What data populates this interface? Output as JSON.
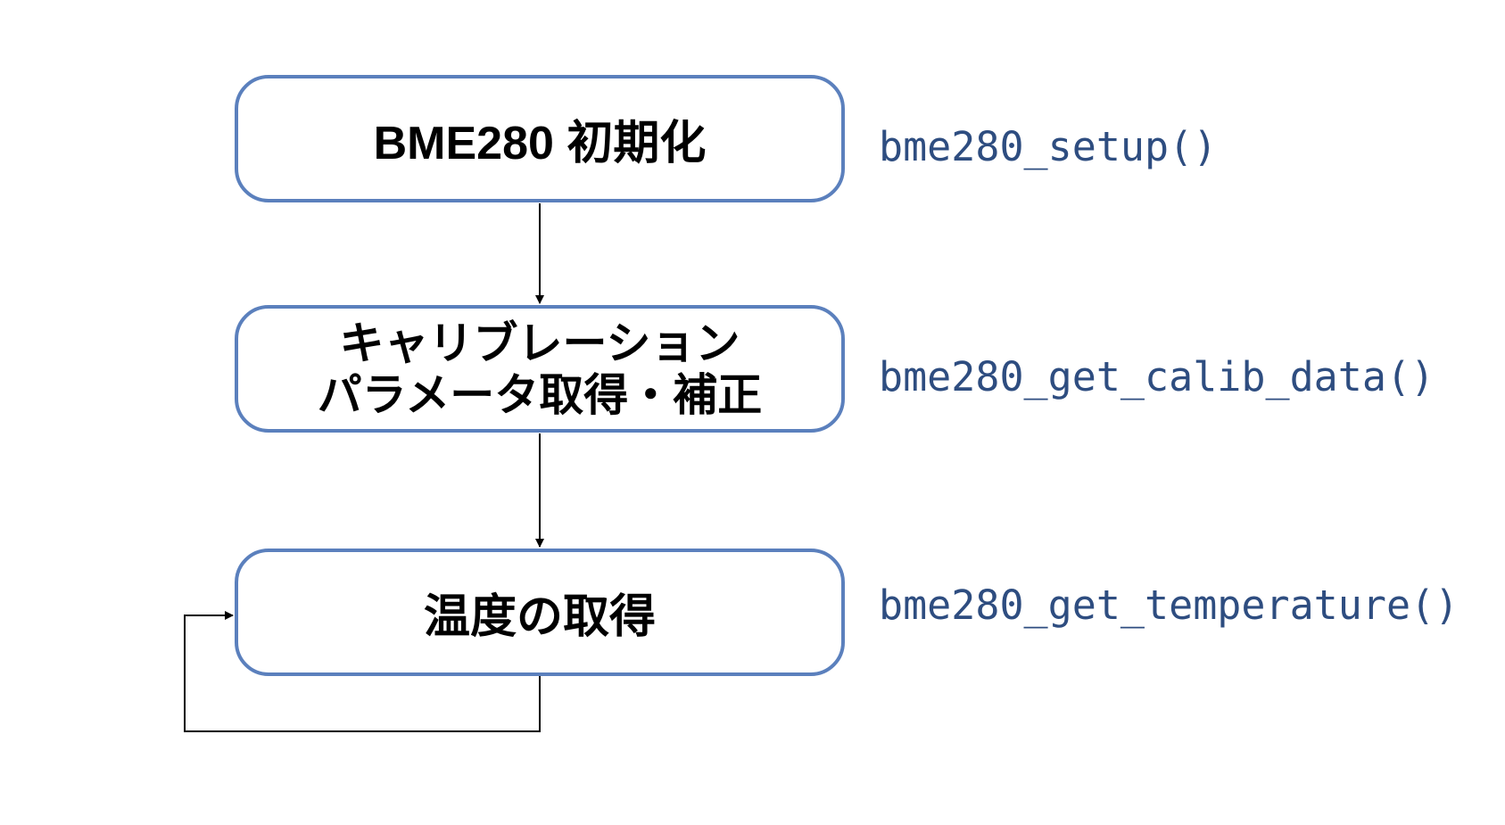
{
  "diagram": {
    "steps": [
      {
        "lines": [
          "BME280 初期化"
        ],
        "function": "bme280_setup()"
      },
      {
        "lines": [
          "キャリブレーション",
          "パラメータ取得・補正"
        ],
        "function": "bme280_get_calib_data()"
      },
      {
        "lines": [
          "温度の取得"
        ],
        "function": "bme280_get_temperature()"
      }
    ],
    "colors": {
      "box_border": "#5b80bd",
      "function_text": "#2e4d80",
      "arrow": "#000000"
    }
  }
}
